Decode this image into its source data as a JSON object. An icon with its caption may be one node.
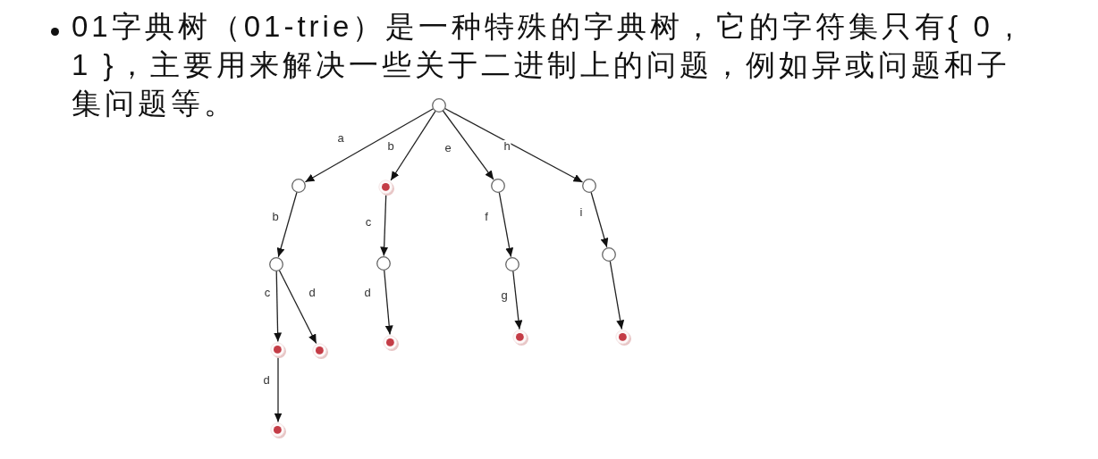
{
  "diagram": {
    "nodes": [
      {
        "text": [],
        "shape": "circle"
      },
      {
        "text": [],
        "shape": "circle"
      },
      {
        "text": [],
        "shape": "dot"
      },
      {
        "text": [],
        "shape": "circle"
      },
      {
        "text": [],
        "shape": "circle"
      },
      {
        "text": [],
        "shape": "circle"
      },
      {
        "text": [],
        "shape": "circle"
      },
      {
        "text": [],
        "shape": "circle"
      },
      {
        "text": [],
        "shape": "circle"
      },
      {
        "text": [],
        "shape": "dot"
      },
      {
        "text": [],
        "shape": "dot"
      },
      {
        "text": [],
        "shape": "dot"
      },
      {
        "text": [],
        "shape": "dot"
      },
      {
        "text": [],
        "shape": "dot"
      },
      {
        "text": [],
        "shape": "dot"
      }
    ],
    "edges": [
      {
        "from": 0,
        "to": 1,
        "arrow": "to",
        "label": "a"
      },
      {
        "from": 0,
        "to": 2,
        "arrow": "to",
        "label": "b"
      },
      {
        "from": 0,
        "to": 3,
        "arrow": "to",
        "label": "e"
      },
      {
        "from": 0,
        "to": 4,
        "arrow": "to",
        "label": "h"
      },
      {
        "from": 1,
        "to": 5,
        "arrow": "to",
        "label": "b"
      },
      {
        "from": 2,
        "to": 6,
        "arrow": "to",
        "label": "c"
      },
      {
        "from": 3,
        "to": 7,
        "arrow": "to",
        "label": "f"
      },
      {
        "from": 4,
        "to": 8,
        "arrow": "to",
        "label": "i"
      },
      {
        "from": 5,
        "to": 9,
        "arrow": "to",
        "label": "c"
      },
      {
        "from": 5,
        "to": 10,
        "arrow": "to",
        "label": "d"
      },
      {
        "from": 6,
        "to": 11,
        "arrow": "to",
        "label": "d"
      },
      {
        "from": 7,
        "to": 12,
        "arrow": "to",
        "label": "g"
      },
      {
        "from": 8,
        "to": 13,
        "arrow": "to"
      },
      {
        "from": 9,
        "to": 14,
        "arrow": "to",
        "label": "d"
      }
    ],
    "labels": [
      "01字典树（01-trie）是一种特殊的字典树，它的字符集只有{ 0 , 1 }，主要用来解决一些关于二进制上的问题，例如异或问题和子集问题等。"
    ]
  }
}
